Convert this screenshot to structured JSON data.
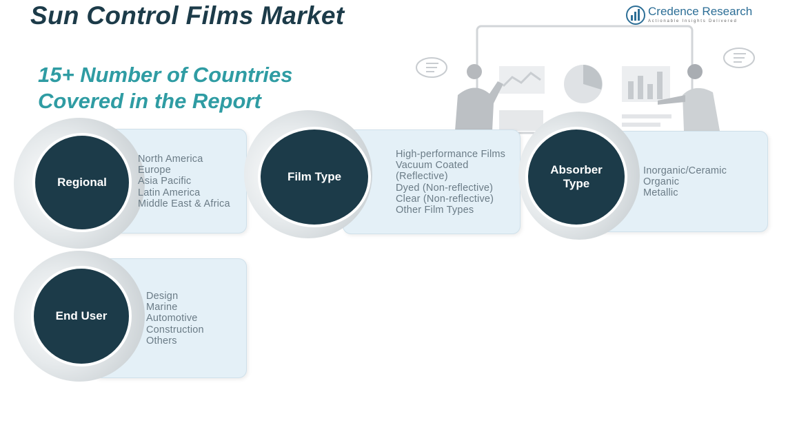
{
  "title": "Sun Control Films Market",
  "subtitle_lines": [
    "15+ Number of Countries",
    "Covered in the Report"
  ],
  "logo": {
    "name": "Credence Research",
    "tagline": "Actionable Insights Delivered",
    "icon": "bar-chart-logo-icon"
  },
  "illustration": {
    "icon": "presentation-people-illustration"
  },
  "colors": {
    "title": "#1c3b49",
    "subtitle": "#2f9ca3",
    "circle": "#1c3b49",
    "panel": "#e4f0f7",
    "item_text": "#6a7b86"
  },
  "segments": [
    {
      "label": "Regional",
      "items": [
        "North America",
        "Europe",
        "Asia Pacific",
        "Latin America",
        "Middle East & Africa"
      ]
    },
    {
      "label": "Film Type",
      "items": [
        "High-performance Films",
        "Vacuum Coated",
        "(Reflective)",
        "Dyed  (Non-reflective)",
        "Clear  (Non-reflective)",
        "Other Film Types"
      ]
    },
    {
      "label": "Absorber Type",
      "items": [
        "Inorganic/Ceramic",
        "Organic",
        "Metallic"
      ]
    },
    {
      "label": "End User",
      "items": [
        "Design",
        "Marine",
        "Automotive",
        "Construction",
        "Others"
      ]
    }
  ]
}
